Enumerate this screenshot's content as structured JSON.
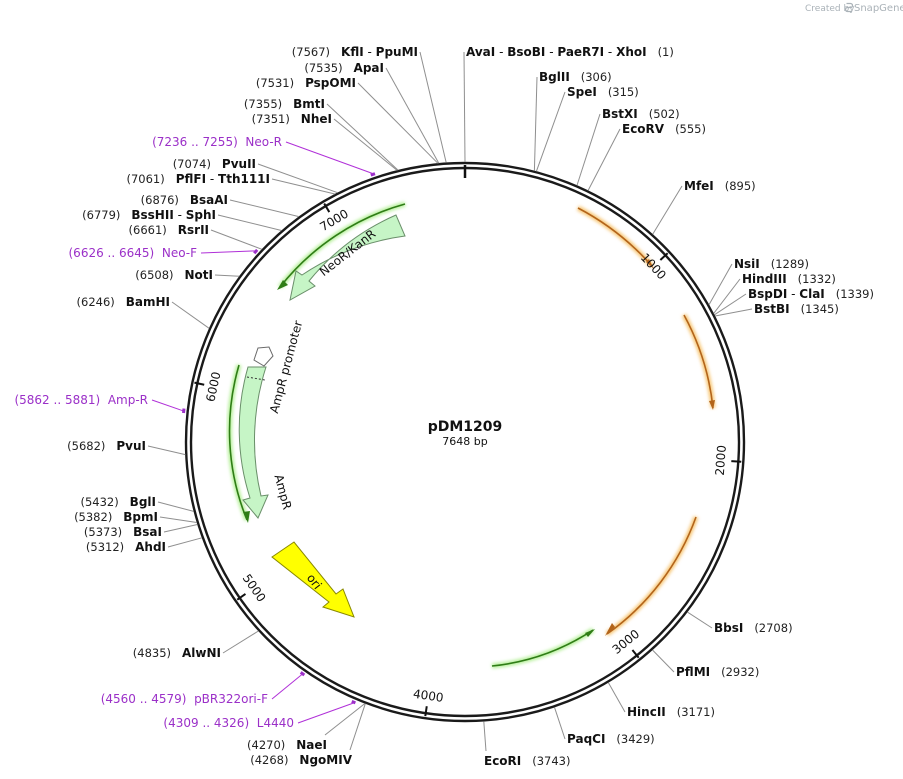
{
  "watermark": {
    "created_by": "Created by",
    "brand": "SnapGene"
  },
  "plasmid": {
    "name": "pDM1209",
    "length_label": "7648 bp",
    "length": 7648
  },
  "ticks": [
    "1000",
    "2000",
    "3000",
    "4000",
    "5000",
    "6000",
    "7000"
  ],
  "enzymes": [
    {
      "parts": [
        "AvaI",
        "BsoBI",
        "PaeR7I",
        "XhoI"
      ],
      "pos": "(1)"
    },
    {
      "parts": [
        "BglII"
      ],
      "pos": "(306)"
    },
    {
      "parts": [
        "SpeI"
      ],
      "pos": "(315)"
    },
    {
      "parts": [
        "BstXI"
      ],
      "pos": "(502)"
    },
    {
      "parts": [
        "EcoRV"
      ],
      "pos": "(555)"
    },
    {
      "parts": [
        "MfeI"
      ],
      "pos": "(895)"
    },
    {
      "parts": [
        "NsiI"
      ],
      "pos": "(1289)"
    },
    {
      "parts": [
        "HindIII"
      ],
      "pos": "(1332)"
    },
    {
      "parts": [
        "BspDI",
        "ClaI"
      ],
      "pos": "(1339)"
    },
    {
      "parts": [
        "BstBI"
      ],
      "pos": "(1345)"
    },
    {
      "parts": [
        "BbsI"
      ],
      "pos": "(2708)"
    },
    {
      "parts": [
        "PflMI"
      ],
      "pos": "(2932)"
    },
    {
      "parts": [
        "HincII"
      ],
      "pos": "(3171)"
    },
    {
      "parts": [
        "PaqCI"
      ],
      "pos": "(3429)"
    },
    {
      "parts": [
        "EcoRI"
      ],
      "pos": "(3743)"
    },
    {
      "parts": [
        "KflI",
        "PpuMI"
      ],
      "pos": "(7567)"
    },
    {
      "parts": [
        "ApaI"
      ],
      "pos": "(7535)"
    },
    {
      "parts": [
        "PspOMI"
      ],
      "pos": "(7531)"
    },
    {
      "parts": [
        "BmtI"
      ],
      "pos": "(7355)"
    },
    {
      "parts": [
        "NheI"
      ],
      "pos": "(7351)"
    },
    {
      "parts": [
        "PvuII"
      ],
      "pos": "(7074)"
    },
    {
      "parts": [
        "PflFI",
        "Tth111I"
      ],
      "pos": "(7061)"
    },
    {
      "parts": [
        "BsaAI"
      ],
      "pos": "(6876)"
    },
    {
      "parts": [
        "BssHII",
        "SphI"
      ],
      "pos": "(6779)"
    },
    {
      "parts": [
        "RsrII"
      ],
      "pos": "(6661)"
    },
    {
      "parts": [
        "NotI"
      ],
      "pos": "(6508)"
    },
    {
      "parts": [
        "BamHI"
      ],
      "pos": "(6246)"
    },
    {
      "parts": [
        "PvuI"
      ],
      "pos": "(5682)"
    },
    {
      "parts": [
        "BglI"
      ],
      "pos": "(5432)"
    },
    {
      "parts": [
        "BpmI"
      ],
      "pos": "(5382)"
    },
    {
      "parts": [
        "BsaI"
      ],
      "pos": "(5373)"
    },
    {
      "parts": [
        "AhdI"
      ],
      "pos": "(5312)"
    },
    {
      "parts": [
        "AlwNI"
      ],
      "pos": "(4835)"
    },
    {
      "parts": [
        "NaeI"
      ],
      "pos": "(4270)"
    },
    {
      "parts": [
        "NgoMIV"
      ],
      "pos": "(4268)"
    }
  ],
  "primers": [
    {
      "range": "(7236 .. 7255)",
      "name": "Neo-R"
    },
    {
      "range": "(6626 .. 6645)",
      "name": "Neo-F"
    },
    {
      "range": "(5862 .. 5881)",
      "name": "Amp-R"
    },
    {
      "range": "(4560 .. 4579)",
      "name": "pBR322ori-F"
    },
    {
      "range": "(4309 .. 4326)",
      "name": "L4440"
    }
  ],
  "features": [
    {
      "name": "NeoR/KanR",
      "color": "#c6f5c6"
    },
    {
      "name": "AmpR promoter",
      "color": "#ffffff"
    },
    {
      "name": "AmpR",
      "color": "#c6f5c6"
    },
    {
      "name": "ori",
      "color": "#ffff00"
    }
  ],
  "colors": {
    "orf_orange": "#f0a030",
    "orf_green": "#60c030",
    "primer": "#9b30c8"
  }
}
